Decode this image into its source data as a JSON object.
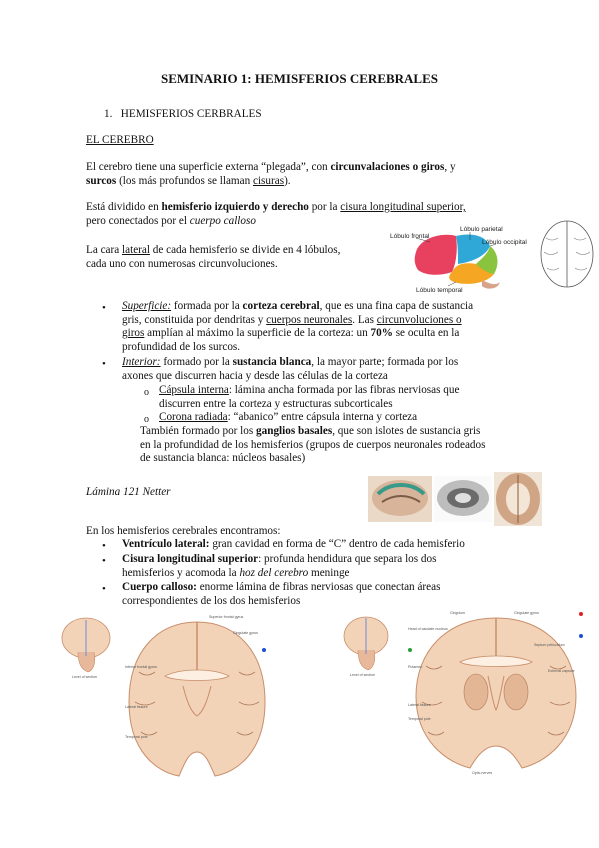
{
  "title": "SEMINARIO 1: HEMISFERIOS CEREBRALES",
  "section": {
    "number": "1.",
    "label": "HEMISFERIOS CERBRALES"
  },
  "subsection": "EL CEREBRO",
  "p1": {
    "a": "El cerebro tiene una superficie externa “plegada”, con ",
    "b": "circunvalaciones o giros",
    "c": ", y",
    "d": "surcos",
    "e": " (los más profundos se llaman ",
    "f": "cisuras",
    "g": ")."
  },
  "p2": {
    "a": "Está dividido en ",
    "b": "hemisferio izquierdo y derecho",
    "c": " por la ",
    "d": "cisura longitudinal superior,",
    "e": "pero conectados por el ",
    "f": "cuerpo calloso"
  },
  "p3": {
    "a": "La cara ",
    "b": "lateral",
    "c": " de cada hemisferio se divide en 4 lóbulos,",
    "d": "cada uno con numerosas circunvoluciones."
  },
  "lobes_figure": {
    "frontal": "Lóbulo frontal",
    "parietal": "Lóbulo parietal",
    "occipital": "Lóbulo occipital",
    "temporal": "Lóbulo temporal",
    "colors": {
      "frontal": "#e8415f",
      "parietal": "#2fa8d8",
      "occipital": "#8ac43f",
      "temporal": "#f5a623"
    }
  },
  "b1": {
    "a": "Superficie:",
    "b": " formada por la ",
    "c": "corteza cerebral",
    "d": ", que es una fina capa de sustancia",
    "e": "gris, constituida por dendritas y ",
    "f": "cuerpos neuronales",
    "g": ". Las ",
    "h": "circunvoluciones o",
    "i": "giros",
    "j": " amplían al máximo la superficie de la corteza: un ",
    "k": "70%",
    "l": " se oculta en la",
    "m": "profundidad de los surcos."
  },
  "b2": {
    "a": "Interior:",
    "b": " formado por la ",
    "c": "sustancia blanca",
    "d": ", la mayor parte; formada por los",
    "e": "axones que discurren hacia y desde las células de la corteza"
  },
  "o1": {
    "a": "Cápsula interna",
    "b": ": lámina ancha formada por las fibras nerviosas que",
    "c": "discurren entre la corteza y estructuras subcorticales"
  },
  "o2": {
    "a": "Corona radiada",
    "b": ": “abanico” entre cápsula interna y corteza"
  },
  "b2x": {
    "a": "También formado por los ",
    "b": "ganglios basales",
    "c": ", que son islotes de sustancia gris",
    "d": "en la profundidad de los hemisferios (grupos de cuerpos neuronales rodeados",
    "e": "de sustancia blanca: núcleos basales)"
  },
  "lamina": "Lámina 121 Netter",
  "intro2": "En los hemisferios cerebrales encontramos:",
  "c1": {
    "a": "Ventrículo lateral:",
    "b": " gran cavidad en forma de “C” dentro de cada hemisferio"
  },
  "c2": {
    "a": "Cisura longitudinal superior",
    "b": ": profunda hendidura que separa los dos",
    "c": "hemisferios y acomoda la ",
    "d": "hoz del cerebro",
    "e": " meninge"
  },
  "c3": {
    "a": "Cuerpo calloso:",
    "b": " enorme lámina de fibras nerviosas que conectan áreas",
    "c": "correspondientes de los dos hemisferios"
  },
  "bullet_glyph": "•",
  "sub_glyph": "o",
  "colors": {
    "brain": "#f2d3b8",
    "brain_dark": "#c98e6a",
    "mark_red": "#e02020",
    "mark_blue": "#2050d0",
    "mark_green": "#2a9d3a"
  }
}
